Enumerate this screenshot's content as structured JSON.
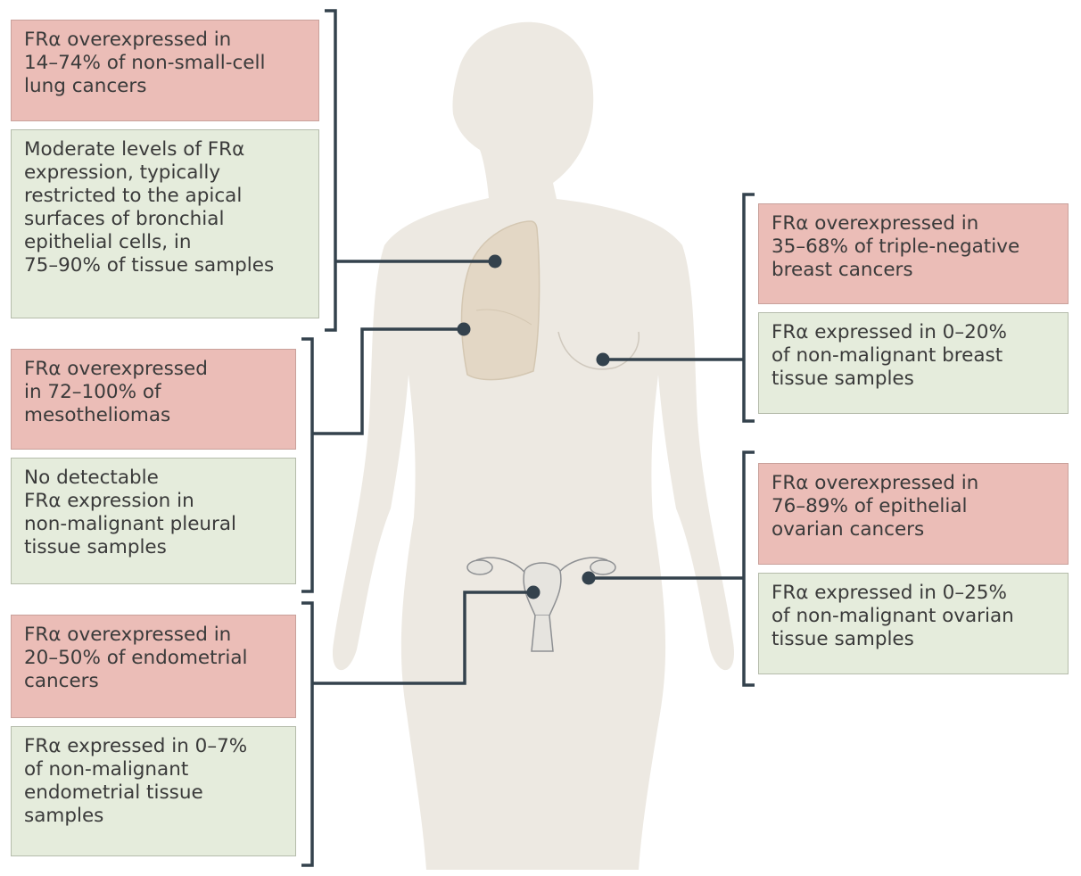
{
  "colors": {
    "body_fill": "#ede9e2",
    "lung_fill": "#e3d7c5",
    "overexpressed_box": "#ebbdb7",
    "normal_box": "#e5ecdc",
    "connector": "#34424d"
  },
  "panels": {
    "lung": {
      "tumor": "FRα overexpressed in\n14–74% of non-small-cell\nlung cancers",
      "normal": "Moderate levels of FRα\nexpression, typically\nrestricted to the apical\nsurfaces of bronchial\nepithelial cells, in\n75–90% of tissue samples"
    },
    "mesothelium": {
      "tumor": "FRα overexpressed\nin 72–100% of\nmesotheliomas",
      "normal": "No detectable\nFRα expression in\nnon-malignant pleural\ntissue samples"
    },
    "endometrium": {
      "tumor": "FRα overexpressed in\n20–50% of endometrial\ncancers",
      "normal": "FRα expressed in 0–7%\nof non-malignant\nendometrial tissue\nsamples"
    },
    "breast": {
      "tumor": "FRα overexpressed in\n35–68% of triple-negative\nbreast cancers",
      "normal": "FRα expressed in 0–20%\nof non-malignant breast\ntissue samples"
    },
    "ovary": {
      "tumor": "FRα overexpressed in\n76–89% of epithelial\novarian cancers",
      "normal": "FRα expressed in 0–25%\nof non-malignant ovarian\ntissue samples"
    }
  }
}
